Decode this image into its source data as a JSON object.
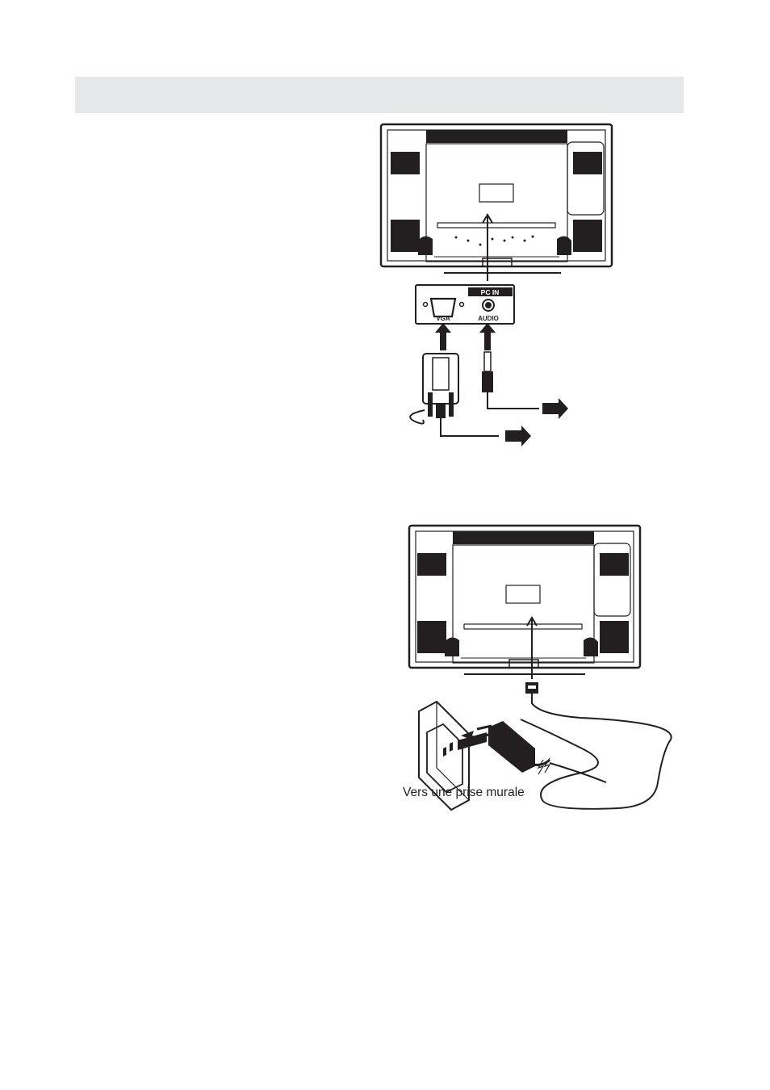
{
  "header": {
    "title": ""
  },
  "pc_figure": {
    "panel_title": "PC IN",
    "vga_label": "VGA",
    "audio_label": "AUDIO"
  },
  "power_figure": {
    "caption": "Vers une prise murale"
  }
}
